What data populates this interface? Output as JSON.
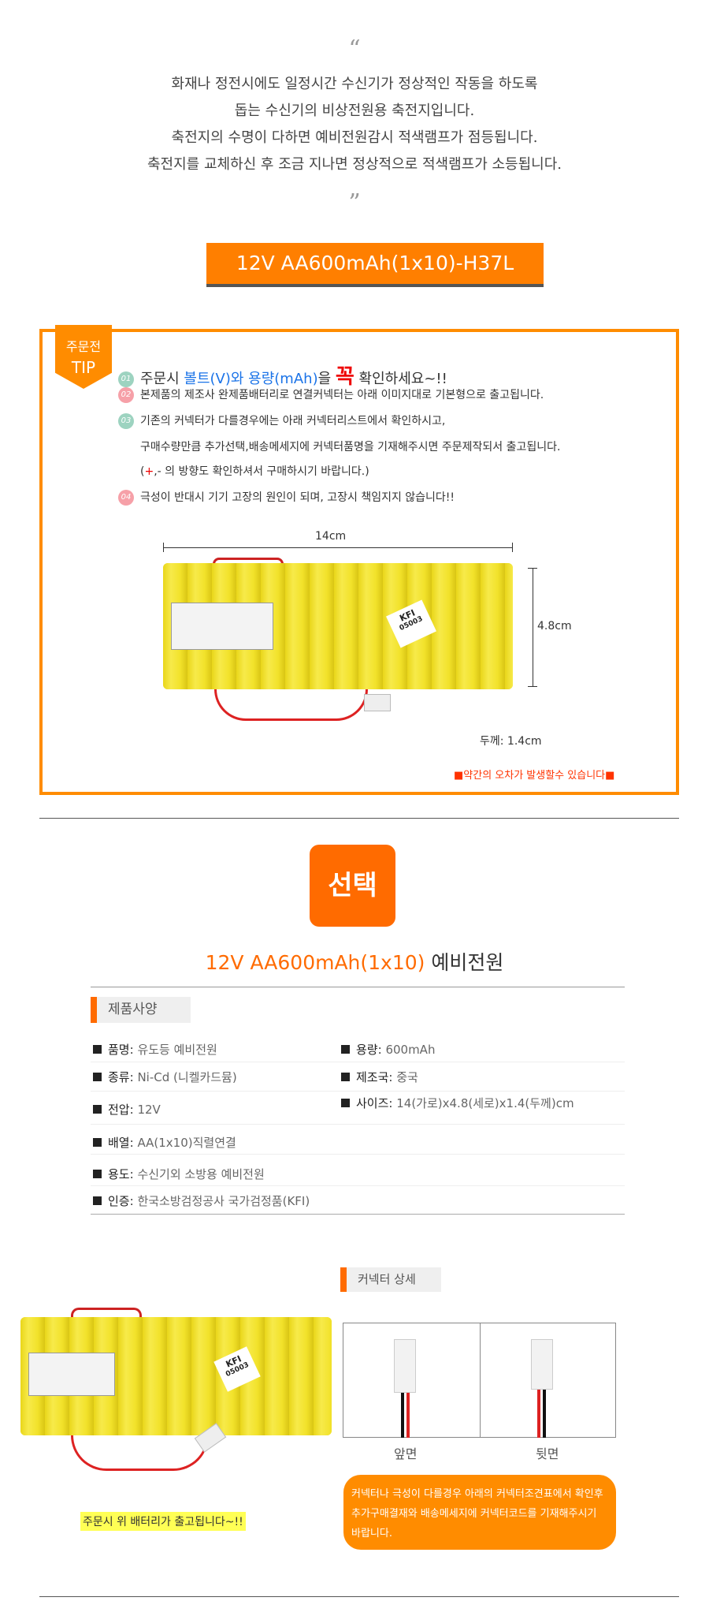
{
  "intro": {
    "open_quote": "“",
    "close_quote": "”",
    "lines": [
      "화재나 정전시에도 일정시간 수신기가 정상적인 작동을 하도록",
      "돕는 수신기의 비상전원용 축전지입니다.",
      "축전지의 수명이 다하면 예비전원감시 적색램프가 점등됩니다.",
      "축전지를 교체하신 후 조금 지나면 정상적으로 적색램프가 소등됩니다."
    ]
  },
  "product_title": "12V AA600mAh(1x10)-H37L",
  "tip": {
    "tag_line1": "주문전",
    "tag_line2": "TIP",
    "n1": "01",
    "t1a": "주문시 ",
    "t1b": "볼트(V)와 용량(mAh)",
    "t1c": "을 ",
    "t1d": "꼭",
    "t1e": " 확인하세요~!!",
    "n2": "02",
    "t2": "본제품의 제조사 완제품배터리로 연결커넥터는 아래 이미지대로 기본형으로 출고됩니다.",
    "n3": "03",
    "t3a": "기존의 커넥터가 다를경우에는 아래 커넥터리스트에서 확인하시고,",
    "t3b": "구매수량만큼 추가선택,배송메세지에 커넥터품명을 기재해주시면 주문제작되서 출고됩니다.",
    "t3c_open": "(",
    "t3c_plus": "+",
    "t3c_rest": ",- 의 방향도 확인하셔서 구매하시기 바랍니다.)",
    "n4": "04",
    "t4": "극성이 반대시 기기 고장의 원인이 되며, 고장시 책임지지 않습니다!!",
    "width": "14cm",
    "height": "4.8cm",
    "thickness": "두께: 1.4cm",
    "kfi": "KFI",
    "kfi_id": "05003",
    "note": "■약간의 오차가 발생할수 있습니다■"
  },
  "select_badge": "선택",
  "section_title": {
    "orange": "12V AA600mAh(1x10)",
    "dark": " 예비전원"
  },
  "specs_tab": "제품사양",
  "specs": [
    {
      "k": "품명",
      "v": "유도등 예비전원"
    },
    {
      "k": "용량",
      "v": "600mAh"
    },
    {
      "k": "종류",
      "v": "Ni-Cd (니켈카드뮴)"
    },
    {
      "k": "제조국",
      "v": "중국"
    },
    {
      "k": "전압",
      "v": "12V"
    },
    {
      "k": "사이즈",
      "v": "14(가로)x4.8(세로)x1.4(두께)cm"
    },
    {
      "k": "배열",
      "v": "AA(1x10)직렬연결"
    },
    {
      "k": "용도",
      "v": "수신기외 소방용 예비전원"
    },
    {
      "k": "인증",
      "v": "한국소방검정공사 국가검정품(KFI)"
    }
  ],
  "connector": {
    "tab": "커넥터 상세",
    "front": "앞면",
    "back": "뒷면",
    "note": "커넥터나 극성이 다를경우 아래의 커넥터조견표에서 확인후 추가구매결재와 배송메세지에 커넥터코드를 기재해주시기 바랍니다."
  },
  "ship_note": "주문시 위 배터리가 출고됩니다~!!",
  "colors": {
    "orange": "#ff8c00",
    "accent": "#ff6b00",
    "blue": "#1a73e8",
    "red": "#e00000"
  }
}
